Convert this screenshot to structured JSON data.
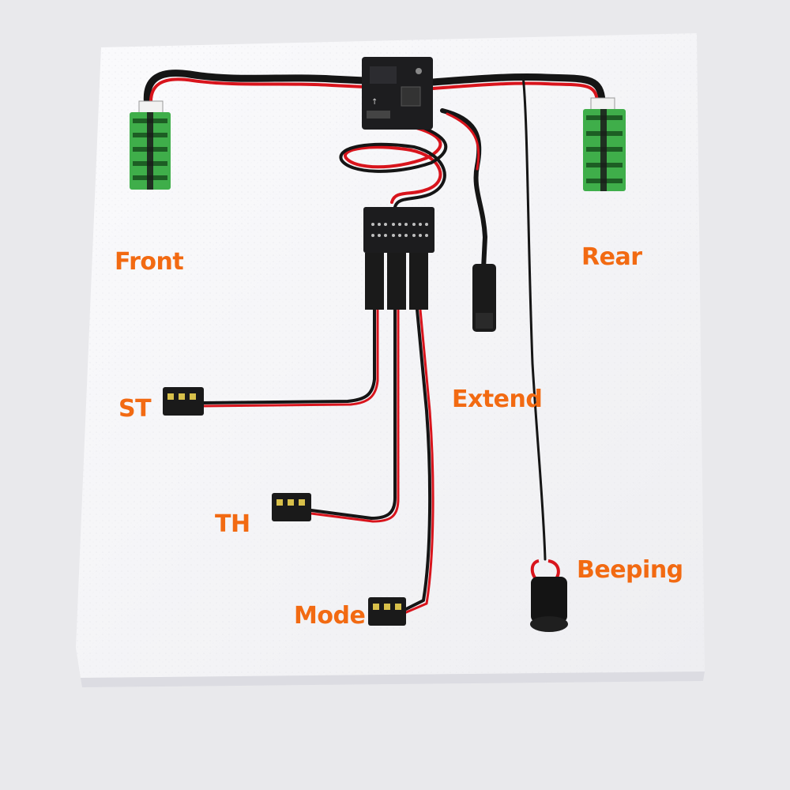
{
  "labels": {
    "front": "Front",
    "rear": "Rear",
    "st": "ST",
    "th": "TH",
    "mode": "Mode",
    "extend": "Extend",
    "beeping": "Beeping"
  },
  "colors": {
    "background": "#e9e9ec",
    "foam": "#f7f7f9",
    "label": "#f26a12",
    "wire_red": "#d8141c",
    "wire_black": "#151515",
    "terminal_green": "#3fae4a"
  },
  "components": {
    "main_board": "control-board",
    "front_terminal": "green-screw-terminal",
    "rear_terminal": "green-screw-terminal",
    "splitter": "three-channel-splitter",
    "buzzer": "buzzer"
  }
}
